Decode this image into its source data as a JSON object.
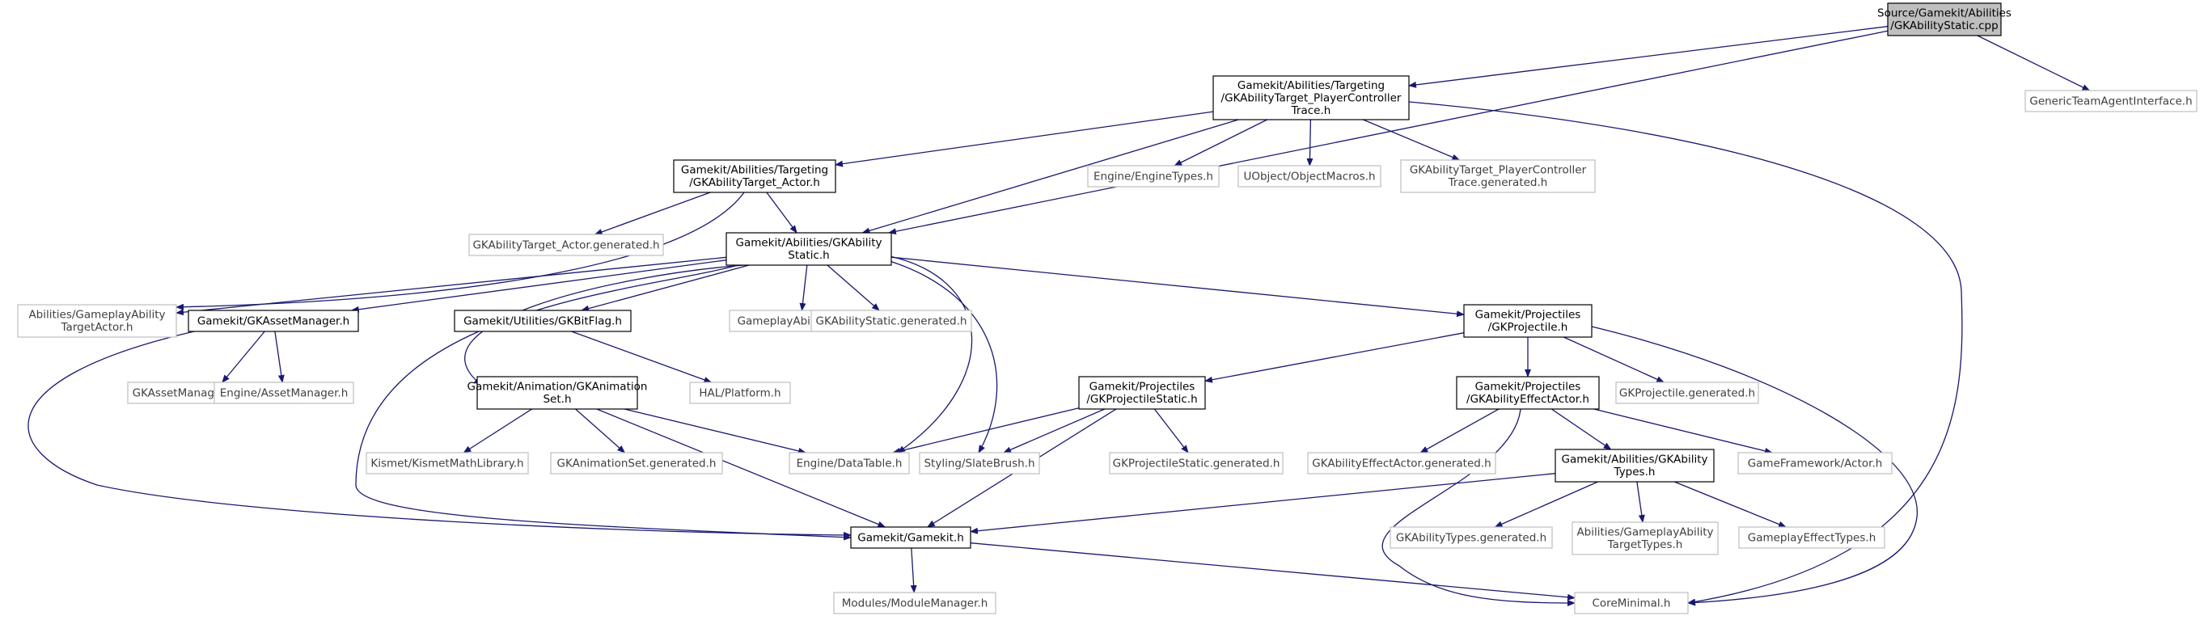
{
  "graph": {
    "colors": {
      "root_fill": "#bfbfbf",
      "primary_stroke": "#000000",
      "secondary_stroke": "#bfbfbf",
      "secondary_text": "#3f3f3f",
      "edge": "#191970"
    },
    "nodes": [
      {
        "id": "root",
        "lines": [
          "Source/Gamekit/Abilities",
          "/GKAbilityStatic.cpp"
        ],
        "kind": "root"
      },
      {
        "id": "trace",
        "lines": [
          "Gamekit/Abilities/Targeting",
          "/GKAbilityTarget_PlayerController",
          "Trace.h"
        ],
        "kind": "primary"
      },
      {
        "id": "teamagent",
        "lines": [
          "GenericTeamAgentInterface.h"
        ],
        "kind": "secondary"
      },
      {
        "id": "targetactor",
        "lines": [
          "Gamekit/Abilities/Targeting",
          "/GKAbilityTarget_Actor.h"
        ],
        "kind": "primary"
      },
      {
        "id": "enginetypes",
        "lines": [
          "Engine/EngineTypes.h"
        ],
        "kind": "secondary"
      },
      {
        "id": "objmacros",
        "lines": [
          "UObject/ObjectMacros.h"
        ],
        "kind": "secondary"
      },
      {
        "id": "tracegen",
        "lines": [
          "GKAbilityTarget_PlayerController",
          "Trace.generated.h"
        ],
        "kind": "secondary"
      },
      {
        "id": "targetactorgen",
        "lines": [
          "GKAbilityTarget_Actor.generated.h"
        ],
        "kind": "secondary"
      },
      {
        "id": "abilitystatic",
        "lines": [
          "Gamekit/Abilities/GKAbility",
          "Static.h"
        ],
        "kind": "primary"
      },
      {
        "id": "gatargetactor",
        "lines": [
          "Abilities/GameplayAbility",
          "TargetActor.h"
        ],
        "kind": "secondary"
      },
      {
        "id": "assetmgr",
        "lines": [
          "Gamekit/GKAssetManager.h"
        ],
        "kind": "primary"
      },
      {
        "id": "bitflag",
        "lines": [
          "Gamekit/Utilities/GKBitFlag.h"
        ],
        "kind": "primary"
      },
      {
        "id": "abilityspec",
        "lines": [
          "GameplayAbilitySpec.h"
        ],
        "kind": "secondary"
      },
      {
        "id": "staticgen",
        "lines": [
          "GKAbilityStatic.generated.h"
        ],
        "kind": "secondary"
      },
      {
        "id": "projectile",
        "lines": [
          "Gamekit/Projectiles",
          "/GKProjectile.h"
        ],
        "kind": "primary"
      },
      {
        "id": "assetmgrgen",
        "lines": [
          "GKAssetManager.generated.h"
        ],
        "kind": "secondary"
      },
      {
        "id": "engassetmgr",
        "lines": [
          "Engine/AssetManager.h"
        ],
        "kind": "secondary"
      },
      {
        "id": "animset",
        "lines": [
          "Gamekit/Animation/GKAnimation",
          "Set.h"
        ],
        "kind": "primary"
      },
      {
        "id": "halplatform",
        "lines": [
          "HAL/Platform.h"
        ],
        "kind": "secondary"
      },
      {
        "id": "projstatic",
        "lines": [
          "Gamekit/Projectiles",
          "/GKProjectileStatic.h"
        ],
        "kind": "primary"
      },
      {
        "id": "effectactor",
        "lines": [
          "Gamekit/Projectiles",
          "/GKAbilityEffectActor.h"
        ],
        "kind": "primary"
      },
      {
        "id": "projgen",
        "lines": [
          "GKProjectile.generated.h"
        ],
        "kind": "secondary"
      },
      {
        "id": "kismet",
        "lines": [
          "Kismet/KismetMathLibrary.h"
        ],
        "kind": "secondary"
      },
      {
        "id": "animsetgen",
        "lines": [
          "GKAnimationSet.generated.h"
        ],
        "kind": "secondary"
      },
      {
        "id": "datatable",
        "lines": [
          "Engine/DataTable.h"
        ],
        "kind": "secondary"
      },
      {
        "id": "slatebrush",
        "lines": [
          "Styling/SlateBrush.h"
        ],
        "kind": "secondary"
      },
      {
        "id": "projstaticgen",
        "lines": [
          "GKProjectileStatic.generated.h"
        ],
        "kind": "secondary"
      },
      {
        "id": "effectactorgen",
        "lines": [
          "GKAbilityEffectActor.generated.h"
        ],
        "kind": "secondary"
      },
      {
        "id": "abilitytypes",
        "lines": [
          "Gamekit/Abilities/GKAbility",
          "Types.h"
        ],
        "kind": "primary"
      },
      {
        "id": "gfactor",
        "lines": [
          "GameFramework/Actor.h"
        ],
        "kind": "secondary"
      },
      {
        "id": "gamekit",
        "lines": [
          "Gamekit/Gamekit.h"
        ],
        "kind": "primary"
      },
      {
        "id": "typesgen",
        "lines": [
          "GKAbilityTypes.generated.h"
        ],
        "kind": "secondary"
      },
      {
        "id": "gatargettypes",
        "lines": [
          "Abilities/GameplayAbility",
          "TargetTypes.h"
        ],
        "kind": "secondary"
      },
      {
        "id": "effecttypes",
        "lines": [
          "GameplayEffectTypes.h"
        ],
        "kind": "secondary"
      },
      {
        "id": "modulemgr",
        "lines": [
          "Modules/ModuleManager.h"
        ],
        "kind": "secondary"
      },
      {
        "id": "coreminimal",
        "lines": [
          "CoreMinimal.h"
        ],
        "kind": "secondary"
      }
    ],
    "edges": [
      [
        "root",
        "trace"
      ],
      [
        "root",
        "abilitystatic"
      ],
      [
        "root",
        "teamagent"
      ],
      [
        "trace",
        "targetactor"
      ],
      [
        "trace",
        "abilitystatic"
      ],
      [
        "trace",
        "enginetypes"
      ],
      [
        "trace",
        "objmacros"
      ],
      [
        "trace",
        "tracegen"
      ],
      [
        "trace",
        "coreminimal"
      ],
      [
        "targetactor",
        "targetactorgen"
      ],
      [
        "targetactor",
        "abilitystatic"
      ],
      [
        "targetactor",
        "gatargetactor"
      ],
      [
        "abilitystatic",
        "gatargetactor"
      ],
      [
        "abilitystatic",
        "assetmgr"
      ],
      [
        "abilitystatic",
        "bitflag"
      ],
      [
        "abilitystatic",
        "abilityspec"
      ],
      [
        "abilitystatic",
        "staticgen"
      ],
      [
        "abilitystatic",
        "projectile"
      ],
      [
        "abilitystatic",
        "animset"
      ],
      [
        "abilitystatic",
        "datatable"
      ],
      [
        "abilitystatic",
        "slatebrush"
      ],
      [
        "abilitystatic",
        "gamekit"
      ],
      [
        "assetmgr",
        "assetmgrgen"
      ],
      [
        "assetmgr",
        "engassetmgr"
      ],
      [
        "assetmgr",
        "gamekit"
      ],
      [
        "bitflag",
        "halplatform"
      ],
      [
        "projectile",
        "projstatic"
      ],
      [
        "projectile",
        "effectactor"
      ],
      [
        "projectile",
        "projgen"
      ],
      [
        "projectile",
        "coreminimal"
      ],
      [
        "animset",
        "kismet"
      ],
      [
        "animset",
        "animsetgen"
      ],
      [
        "animset",
        "datatable"
      ],
      [
        "animset",
        "gamekit"
      ],
      [
        "projstatic",
        "datatable"
      ],
      [
        "projstatic",
        "slatebrush"
      ],
      [
        "projstatic",
        "projstaticgen"
      ],
      [
        "projstatic",
        "gamekit"
      ],
      [
        "effectactor",
        "effectactorgen"
      ],
      [
        "effectactor",
        "abilitytypes"
      ],
      [
        "effectactor",
        "gfactor"
      ],
      [
        "effectactor",
        "coreminimal"
      ],
      [
        "abilitytypes",
        "gamekit"
      ],
      [
        "abilitytypes",
        "typesgen"
      ],
      [
        "abilitytypes",
        "gatargettypes"
      ],
      [
        "abilitytypes",
        "effecttypes"
      ],
      [
        "gamekit",
        "modulemgr"
      ],
      [
        "gamekit",
        "coreminimal"
      ]
    ]
  }
}
